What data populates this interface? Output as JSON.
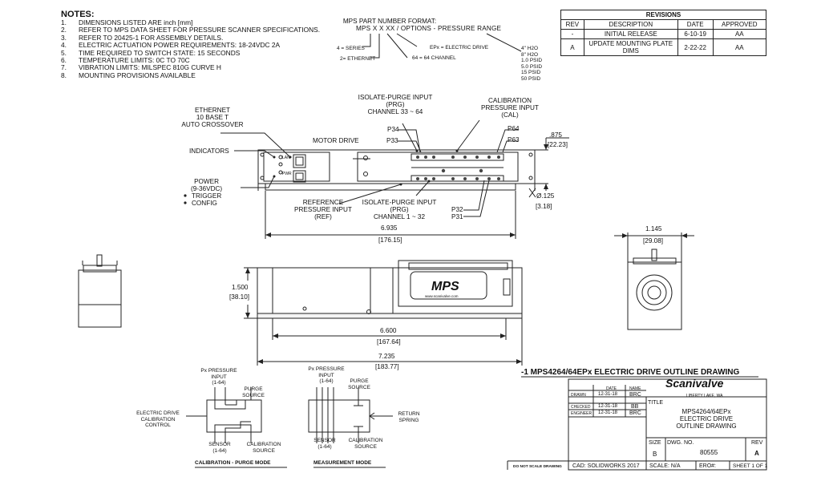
{
  "notes": {
    "heading": "NOTES:",
    "items": [
      {
        "n": "1.",
        "t": "DIMENSIONS LISTED ARE inch [mm]"
      },
      {
        "n": "2.",
        "t": "REFER TO MPS DATA SHEET FOR PRESSURE SCANNER SPECIFICATIONS."
      },
      {
        "n": "3.",
        "t": "REFER TO 20425-1 FOR ASSEMBLY DETAILS."
      },
      {
        "n": "4.",
        "t": "ELECTRIC ACTUATION POWER REQUIREMENTS: 18-24VDC 2A"
      },
      {
        "n": "5.",
        "t": "TIME REQUIRED TO SWITCH STATE: 15 SECONDS"
      },
      {
        "n": "6.",
        "t": "TEMPERATURE LIMITS: 0C TO 70C"
      },
      {
        "n": "7.",
        "t": "VIBRATION LIMITS: MILSPEC 810G CURVE H"
      },
      {
        "n": "8.",
        "t": "MOUNTING PROVISIONS AVAILABLE"
      }
    ]
  },
  "part_number": {
    "title": "MPS PART NUMBER FORMAT:",
    "format": "MPS X  X  XX / OPTIONS - PRESSURE RANGE",
    "series": "4 = SERIES",
    "ethernet": "2= ETHERNET",
    "channel": "64 = 64 CHANNEL",
    "drive": "EPx = ELECTRIC DRIVE",
    "ranges": [
      "4\" H2O",
      "8\" H2O",
      "1.0 PSID",
      "5.0 PSID",
      "15 PSID",
      "50 PSID"
    ]
  },
  "revisions": {
    "title": "REVISIONS",
    "headers": [
      "REV",
      "DESCRIPTION",
      "DATE",
      "APPROVED"
    ],
    "rows": [
      {
        "rev": "-",
        "desc": "INITIAL RELEASE",
        "date": "6-10-19",
        "appr": "AA"
      },
      {
        "rev": "A",
        "desc": "UPDATE MOUNTING PLATE DIMS",
        "date": "2-22-22",
        "appr": "AA"
      }
    ]
  },
  "front_view": {
    "ethernet": "ETHERNET\n10 BASE T\nAUTO CROSSOVER",
    "indicators": "INDICATORS",
    "power": "POWER\n(9-36VDC)",
    "trigger": "TRIGGER",
    "config": "CONFIG",
    "motor_drive": "MOTOR DRIVE",
    "isolate_purge_top": "ISOLATE-PURGE INPUT\n(PRG)\nCHANNEL 33 ~ 64",
    "calibration": "CALIBRATION\nPRESSURE INPUT\n(CAL)",
    "reference": "REFERENCE\nPRESSURE INPUT\n(REF)",
    "isolate_purge_bottom": "ISOLATE-PURGE INPUT\n(PRG)\nCHANNEL 1 ~ 32",
    "p34": "P34",
    "p33": "P33",
    "p64": "P64",
    "p63": "P63",
    "p32": "P32",
    "p31": "P31",
    "lan": "LAN",
    "pwr": "PWR",
    "height_in": ".875",
    "height_mm": "[22.23]",
    "hole_in": "Ø.125",
    "hole_mm": "[3.18]",
    "width_in": "6.935",
    "width_mm": "[176.15]"
  },
  "side_view": {
    "height_in": "1.500",
    "height_mm": "[38.10]",
    "body_in": "6.600",
    "body_mm": "[167.64]",
    "overall_in": "7.235",
    "overall_mm": "[183.77]",
    "label": "MPS",
    "web": "www.scanivalve.com"
  },
  "end_view": {
    "width_in": "1.145",
    "width_mm": "[29.08]"
  },
  "schematics": {
    "cal": {
      "px": "Px PRESSURE\nINPUT\n(1-64)",
      "purge": "PURGE\nSOURCE",
      "drive": "ELECTRIC DRIVE\nCALIBRATION\nCONTROL",
      "sensor": "SENSOR\n(1-64)",
      "calsrc": "CALIBRATION\nSOURCE",
      "title": "CALIBRATION - PURGE MODE"
    },
    "meas": {
      "px": "Px PRESSURE\nINPUT\n(1-64)",
      "purge": "PURGE\nSOURCE",
      "spring": "RETURN\nSPRING",
      "sensor": "SENSOR\n(1-64)",
      "calsrc": "CALIBRATION\nSOURCE",
      "title": "MEASUREMENT MODE"
    }
  },
  "drawing_title": "-1 MPS4264/64EPx ELECTRIC DRIVE OUTLINE DRAWING",
  "title_block": {
    "company": "Scanivalve",
    "location": "LIBERTY LAKE, WA",
    "date_hdr": "DATE",
    "name_hdr": "NAME",
    "rows": [
      {
        "role": "DRAWN",
        "date": "12-31-18",
        "name": "BRC"
      },
      {
        "role": "CHECKED",
        "date": "12-31-18",
        "name": "BB"
      },
      {
        "role": "ENGINEER",
        "date": "12-31-18",
        "name": "BRC"
      }
    ],
    "title_lbl": "TITLE",
    "title": "MPS4264/64EPx\nELECTRIC DRIVE\nOUTLINE DRAWING",
    "size_lbl": "SIZE",
    "size": "B",
    "dwg_lbl": "DWG. NO.",
    "dwg": "80555",
    "rev_lbl": "REV",
    "rev": "A",
    "do_not_scale": "DO NOT SCALE DRAWING",
    "cad": "CAD: SOLIDWORKS 2017",
    "scale": "SCALE:  N/A",
    "ero": "ERO#:",
    "sheet": "SHEET 1 OF 1"
  }
}
